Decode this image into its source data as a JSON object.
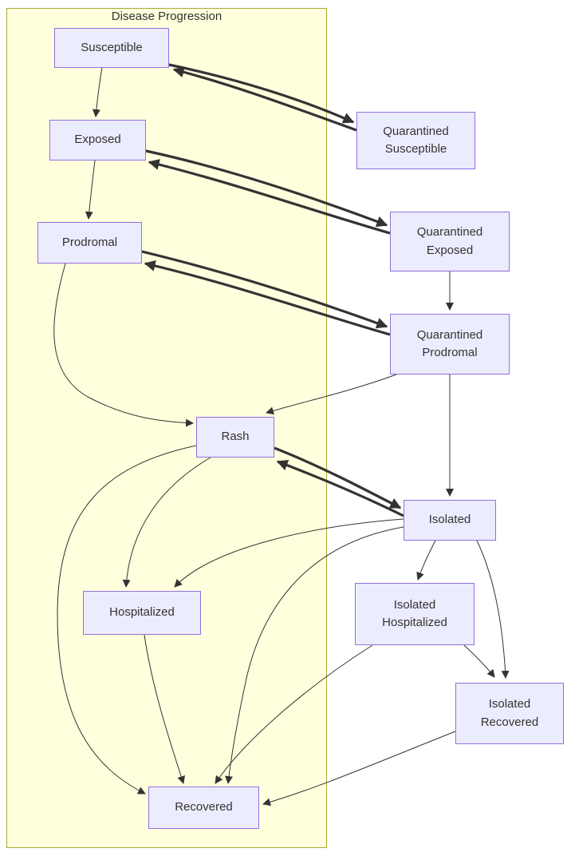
{
  "diagram": {
    "type": "flowchart",
    "cluster": {
      "title": "Disease Progression"
    },
    "nodes": [
      {
        "id": "susceptible",
        "label": "Susceptible",
        "in_cluster": true
      },
      {
        "id": "exposed",
        "label": "Exposed",
        "in_cluster": true
      },
      {
        "id": "prodromal",
        "label": "Prodromal",
        "in_cluster": true
      },
      {
        "id": "rash",
        "label": "Rash",
        "in_cluster": true
      },
      {
        "id": "hospitalized",
        "label": "Hospitalized",
        "in_cluster": true
      },
      {
        "id": "recovered",
        "label": "Recovered",
        "in_cluster": true
      },
      {
        "id": "quarantined_susceptible",
        "label": "Quarantined Susceptible",
        "in_cluster": false
      },
      {
        "id": "quarantined_exposed",
        "label": "Quarantined Exposed",
        "in_cluster": false
      },
      {
        "id": "quarantined_prodromal",
        "label": "Quarantined Prodromal",
        "in_cluster": false
      },
      {
        "id": "isolated",
        "label": "Isolated",
        "in_cluster": false
      },
      {
        "id": "isolated_hospitalized",
        "label": "Isolated Hospitalized",
        "in_cluster": false
      },
      {
        "id": "isolated_recovered",
        "label": "Isolated Recovered",
        "in_cluster": false
      }
    ],
    "edges": [
      {
        "from": "susceptible",
        "to": "exposed",
        "style": "normal"
      },
      {
        "from": "exposed",
        "to": "prodromal",
        "style": "normal"
      },
      {
        "from": "prodromal",
        "to": "rash",
        "style": "normal"
      },
      {
        "from": "rash",
        "to": "hospitalized",
        "style": "normal"
      },
      {
        "from": "rash",
        "to": "recovered",
        "style": "normal"
      },
      {
        "from": "hospitalized",
        "to": "recovered",
        "style": "normal"
      },
      {
        "from": "quarantined_exposed",
        "to": "quarantined_prodromal",
        "style": "normal"
      },
      {
        "from": "quarantined_prodromal",
        "to": "isolated",
        "style": "normal"
      },
      {
        "from": "quarantined_prodromal",
        "to": "rash",
        "style": "normal"
      },
      {
        "from": "isolated",
        "to": "isolated_hospitalized",
        "style": "normal"
      },
      {
        "from": "isolated",
        "to": "isolated_recovered",
        "style": "normal"
      },
      {
        "from": "isolated",
        "to": "hospitalized",
        "style": "normal"
      },
      {
        "from": "isolated",
        "to": "recovered",
        "style": "normal"
      },
      {
        "from": "isolated_hospitalized",
        "to": "isolated_recovered",
        "style": "normal"
      },
      {
        "from": "isolated_hospitalized",
        "to": "recovered",
        "style": "normal"
      },
      {
        "from": "isolated_recovered",
        "to": "recovered",
        "style": "normal"
      },
      {
        "from": "susceptible",
        "to": "quarantined_susceptible",
        "style": "thick"
      },
      {
        "from": "quarantined_susceptible",
        "to": "susceptible",
        "style": "thick"
      },
      {
        "from": "exposed",
        "to": "quarantined_exposed",
        "style": "thick"
      },
      {
        "from": "quarantined_exposed",
        "to": "exposed",
        "style": "thick"
      },
      {
        "from": "prodromal",
        "to": "quarantined_prodromal",
        "style": "thick"
      },
      {
        "from": "quarantined_prodromal",
        "to": "prodromal",
        "style": "thick"
      },
      {
        "from": "rash",
        "to": "isolated",
        "style": "thick"
      },
      {
        "from": "isolated",
        "to": "rash",
        "style": "thick"
      }
    ],
    "colors": {
      "node_fill": "#ECECFF",
      "node_border": "#9370DB",
      "cluster_fill": "#FFFFDE",
      "cluster_border": "#AAAA33",
      "edge": "#333333"
    }
  }
}
